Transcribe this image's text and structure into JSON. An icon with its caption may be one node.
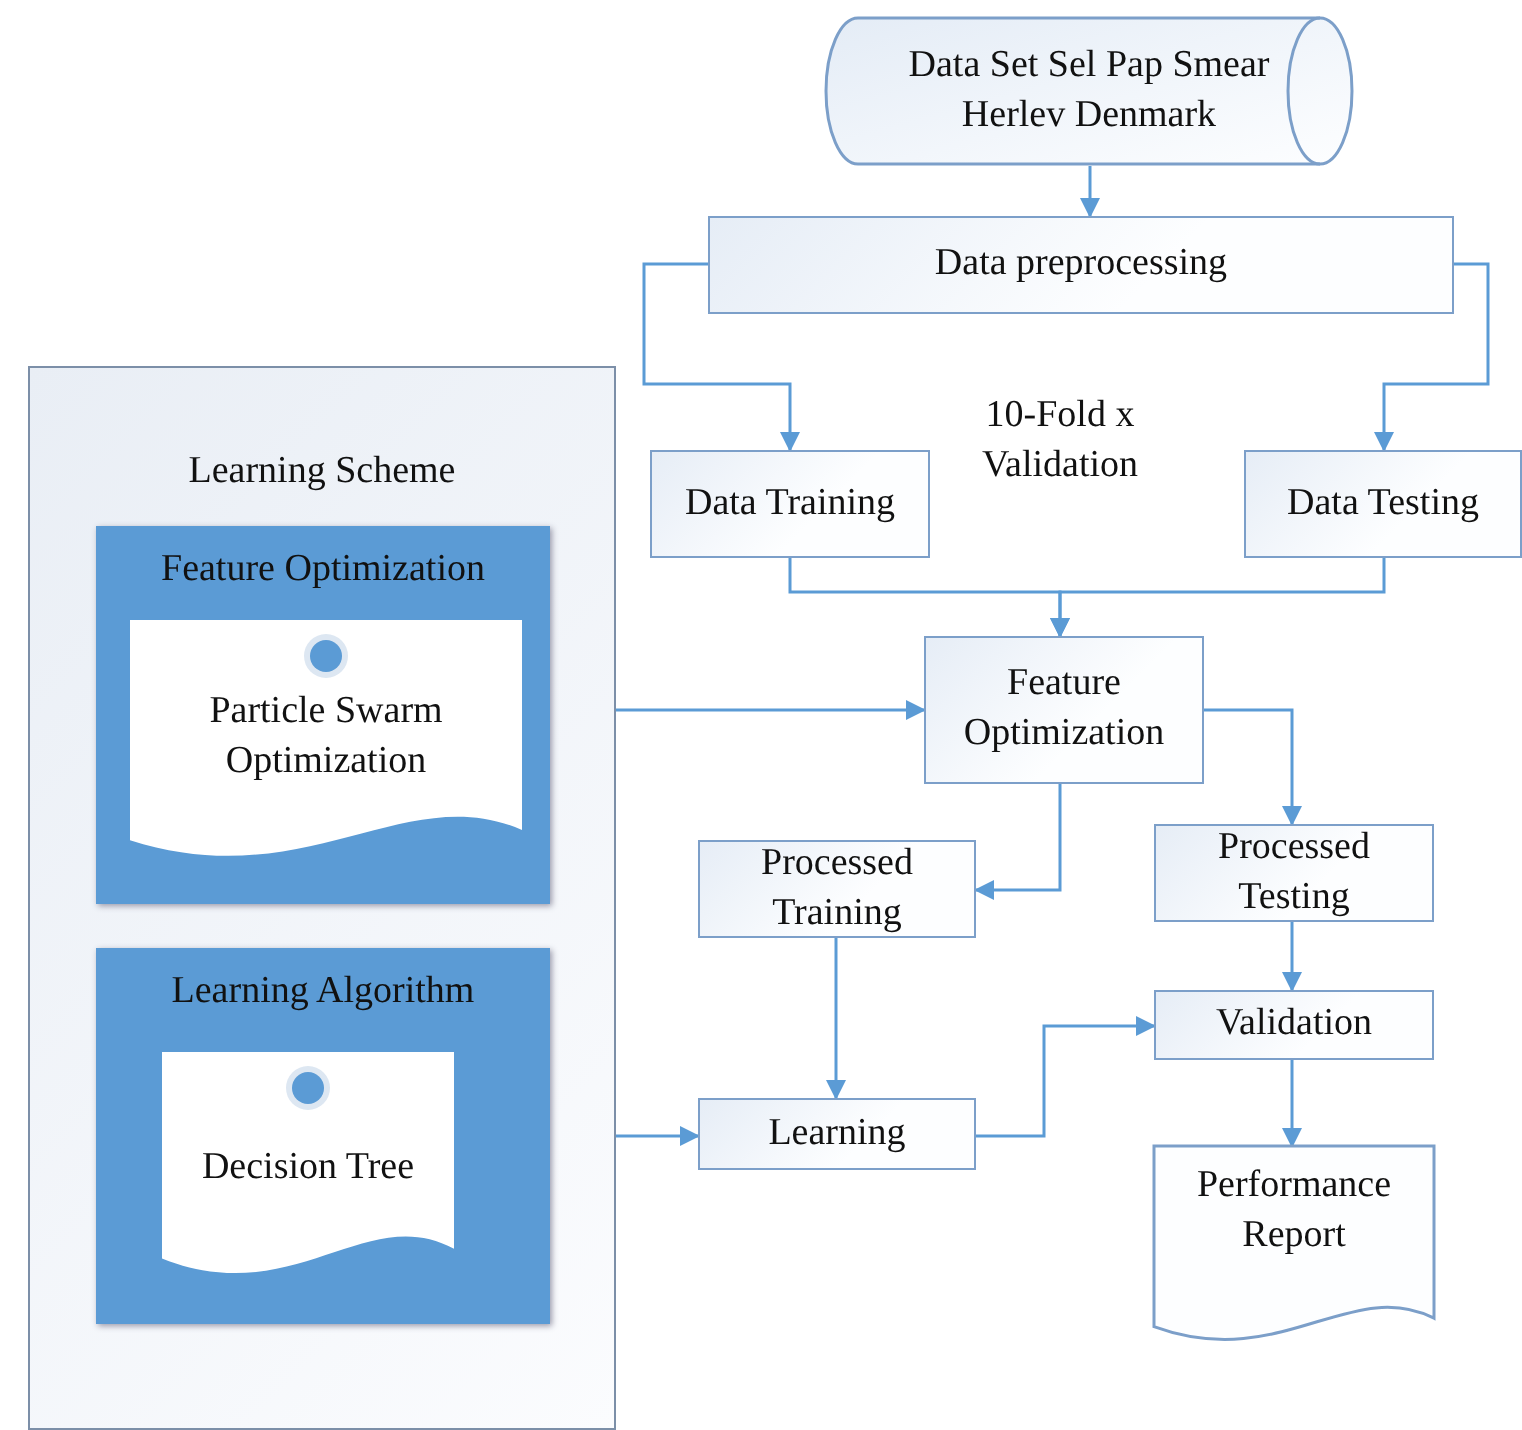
{
  "diagram": {
    "nodes": [
      {
        "text": [
          "Data Set Sel Pap Smear Herlev Denmark"
        ]
      },
      {
        "text": [
          "Data preprocessing"
        ]
      },
      {
        "text": [
          "Learning Scheme"
        ]
      },
      {
        "text": [
          "Feature Optimization"
        ],
        "in": 2
      },
      {
        "text": [
          "Particle Swarm Optimization"
        ],
        "in": 3
      },
      {
        "text": [
          "Learning Algorithm"
        ],
        "in": 2
      },
      {
        "text": [
          "Decision Tree"
        ],
        "in": 5
      },
      {
        "text": [
          "Data Training"
        ]
      },
      {
        "text": [
          "Data Testing"
        ]
      },
      {
        "text": [
          "Feature Optimization"
        ]
      },
      {
        "text": [
          "Processed Training"
        ]
      },
      {
        "text": [
          "Processed Testing"
        ]
      },
      {
        "text": [
          "Learning"
        ]
      },
      {
        "text": [
          "Validation"
        ]
      },
      {
        "text": [
          "Performance Report"
        ]
      }
    ],
    "edges": [
      {
        "from": 0,
        "to": 1,
        "arrow": "to"
      },
      {
        "from": 1,
        "to": 7,
        "arrow": "to"
      },
      {
        "from": 1,
        "to": 8,
        "arrow": "to"
      },
      {
        "from": 7,
        "to": 9,
        "arrow": "to"
      },
      {
        "from": 8,
        "to": 9,
        "arrow": "to"
      },
      {
        "from": 4,
        "to": 9,
        "arrow": "to"
      },
      {
        "from": 9,
        "to": 10,
        "arrow": "to"
      },
      {
        "from": 9,
        "to": 11,
        "arrow": "to"
      },
      {
        "from": 10,
        "to": 12,
        "arrow": "to"
      },
      {
        "from": 6,
        "to": 12,
        "arrow": "to"
      },
      {
        "from": 12,
        "to": 13,
        "arrow": "to"
      },
      {
        "from": 11,
        "to": 13,
        "arrow": "to"
      },
      {
        "from": 13,
        "to": 14,
        "arrow": "to"
      }
    ],
    "labels": [
      "10-Fold x Validation"
    ]
  }
}
